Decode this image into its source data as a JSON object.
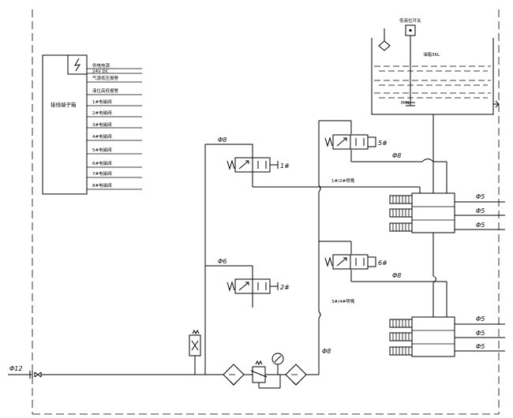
{
  "terminal_box": {
    "title": "接线端子箱",
    "rows": [
      "供电电源",
      "24V DC",
      "气源低压报警",
      "液位高低报警",
      "1#电磁阀",
      "2#电磁阀",
      "3#电磁阀",
      "4#电磁阀",
      "5#电磁阀",
      "6#电磁阀",
      "7#电磁阀",
      "8#电磁阀"
    ]
  },
  "tank": {
    "switch_label": "低液位开关",
    "tank_label": "油箱36L",
    "sensor_label": "MIN"
  },
  "valves": {
    "v1": "1#",
    "v2": "2#",
    "v5": "5#",
    "v6": "6#"
  },
  "pipes": {
    "inlet": "Φ12",
    "upper_branch": "Φ8",
    "lower_branch": "Φ6",
    "main_riser": "Φ8",
    "upper_valve_out": "Φ8",
    "lower_valve_out": "Φ8",
    "nozzles_upper": [
      "Φ5",
      "Φ5",
      "Φ5"
    ],
    "nozzles_lower": [
      "Φ5",
      "Φ5",
      "Φ5"
    ]
  },
  "nozzle_groups": {
    "upper": "1#/2#喷嘴",
    "lower": "3#/4#喷嘴"
  }
}
